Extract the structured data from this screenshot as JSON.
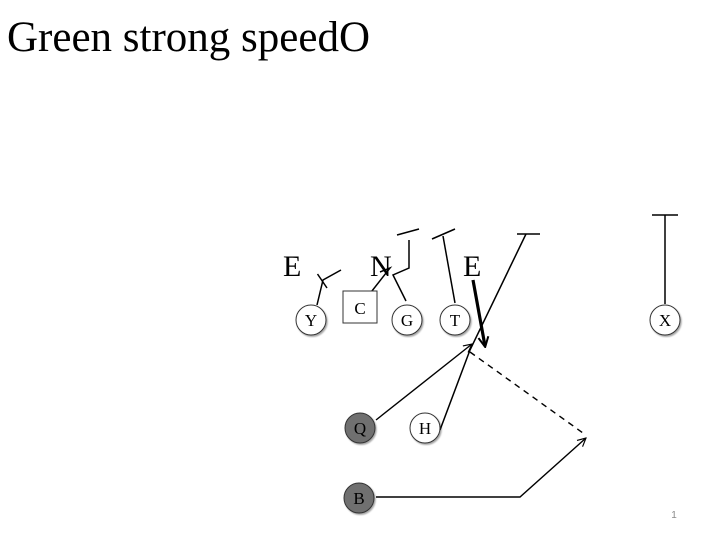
{
  "slide": {
    "title": "Green strong speedO",
    "page_number": "1"
  },
  "defense": {
    "labels": [
      "E",
      "N",
      "E"
    ]
  },
  "offense": {
    "players": [
      {
        "label": "Y",
        "fill": "#ffffff"
      },
      {
        "label": "C",
        "fill": "#ffffff",
        "shape": "square"
      },
      {
        "label": "G",
        "fill": "#ffffff"
      },
      {
        "label": "T",
        "fill": "#ffffff"
      },
      {
        "label": "X",
        "fill": "#ffffff"
      },
      {
        "label": "Q",
        "fill": "#707070"
      },
      {
        "label": "H",
        "fill": "#ffffff"
      },
      {
        "label": "B",
        "fill": "#707070"
      }
    ]
  },
  "colors": {
    "line": "#000000",
    "player_shaded": "#707070",
    "player_outline": "#333333"
  }
}
